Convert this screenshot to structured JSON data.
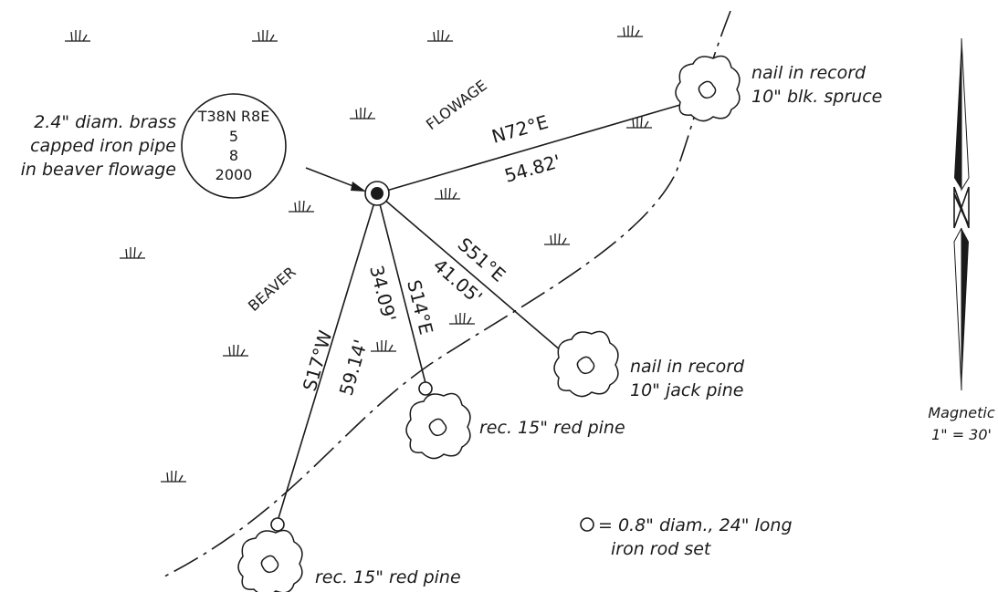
{
  "monument": {
    "description": [
      "2.4\" diam. brass",
      "capped iron pipe",
      "in beaver flowage"
    ],
    "cap": [
      "T38N R8E",
      "5",
      "8",
      "2000"
    ]
  },
  "area_labels": {
    "flowage": "FLOWAGE",
    "beaver": "BEAVER"
  },
  "ties": [
    {
      "bearing": "N72°E",
      "distance": "54.82'"
    },
    {
      "bearing": "S51°E",
      "distance": "41.05'"
    },
    {
      "bearing": "S14°E",
      "distance": "34.09'"
    },
    {
      "bearing": "S17°W",
      "distance": "59.14'"
    }
  ],
  "trees": [
    {
      "label": [
        "nail in record",
        "10\" blk. spruce"
      ]
    },
    {
      "label": [
        "nail in record",
        "10\" jack pine"
      ]
    },
    {
      "label": [
        "rec. 15\" red pine"
      ]
    },
    {
      "label": [
        "rec. 15\" red pine"
      ]
    }
  ],
  "legend": {
    "symbol_text": [
      "= 0.8\" diam., 24\" long",
      "iron rod set"
    ]
  },
  "north_arrow": {
    "label": "Magnetic",
    "scale": "1\" = 30'"
  }
}
